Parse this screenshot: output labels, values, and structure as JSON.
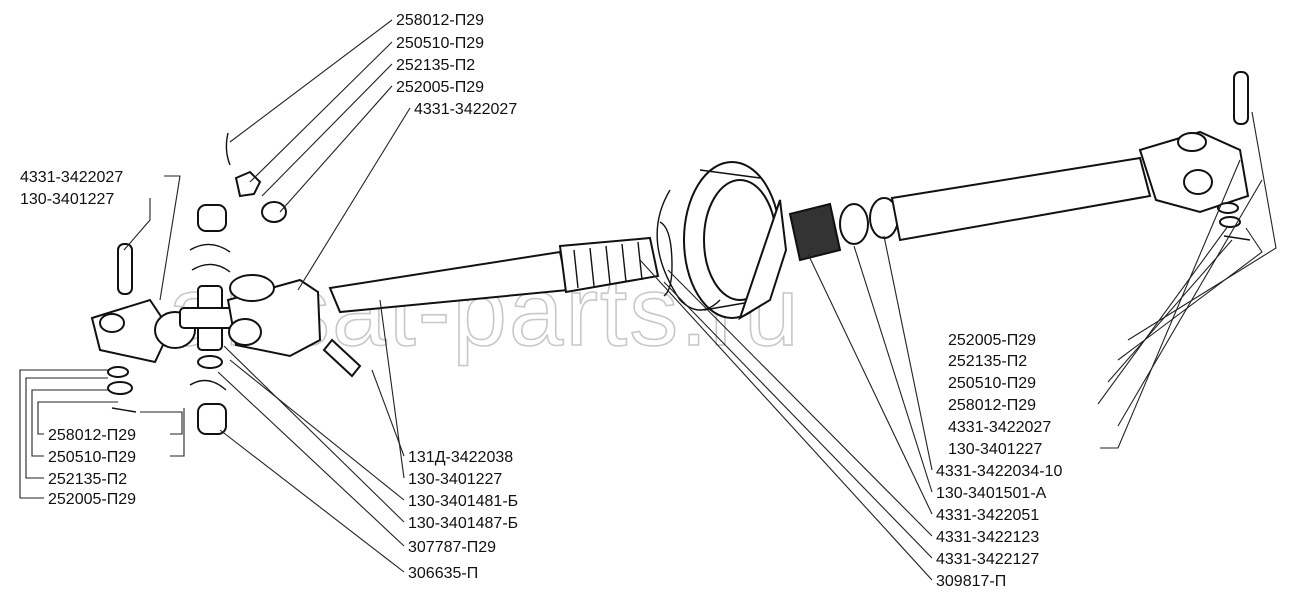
{
  "watermark": "ansat-parts.ru",
  "labels_top": [
    "258012-П29",
    "250510-П29",
    "252135-П2",
    "252005-П29",
    "4331-3422027"
  ],
  "labels_left": [
    "4331-3422027",
    "130-3401227"
  ],
  "labels_bottom_left": [
    "258012-П29",
    "250510-П29",
    "252135-П2",
    "252005-П29"
  ],
  "labels_center": [
    "131Д-3422038",
    "130-3401227",
    "130-3401481-Б",
    "130-3401487-Б",
    "307787-П29",
    "306635-П"
  ],
  "labels_right": [
    "252005-П29",
    "252135-П2",
    "250510-П29",
    "258012-П29",
    "4331-3422027",
    "130-3401227",
    "4331-3422034-10",
    "130-3401501-А",
    "4331-3422051",
    "4331-3422123",
    "4331-3422127",
    "309817-П"
  ]
}
